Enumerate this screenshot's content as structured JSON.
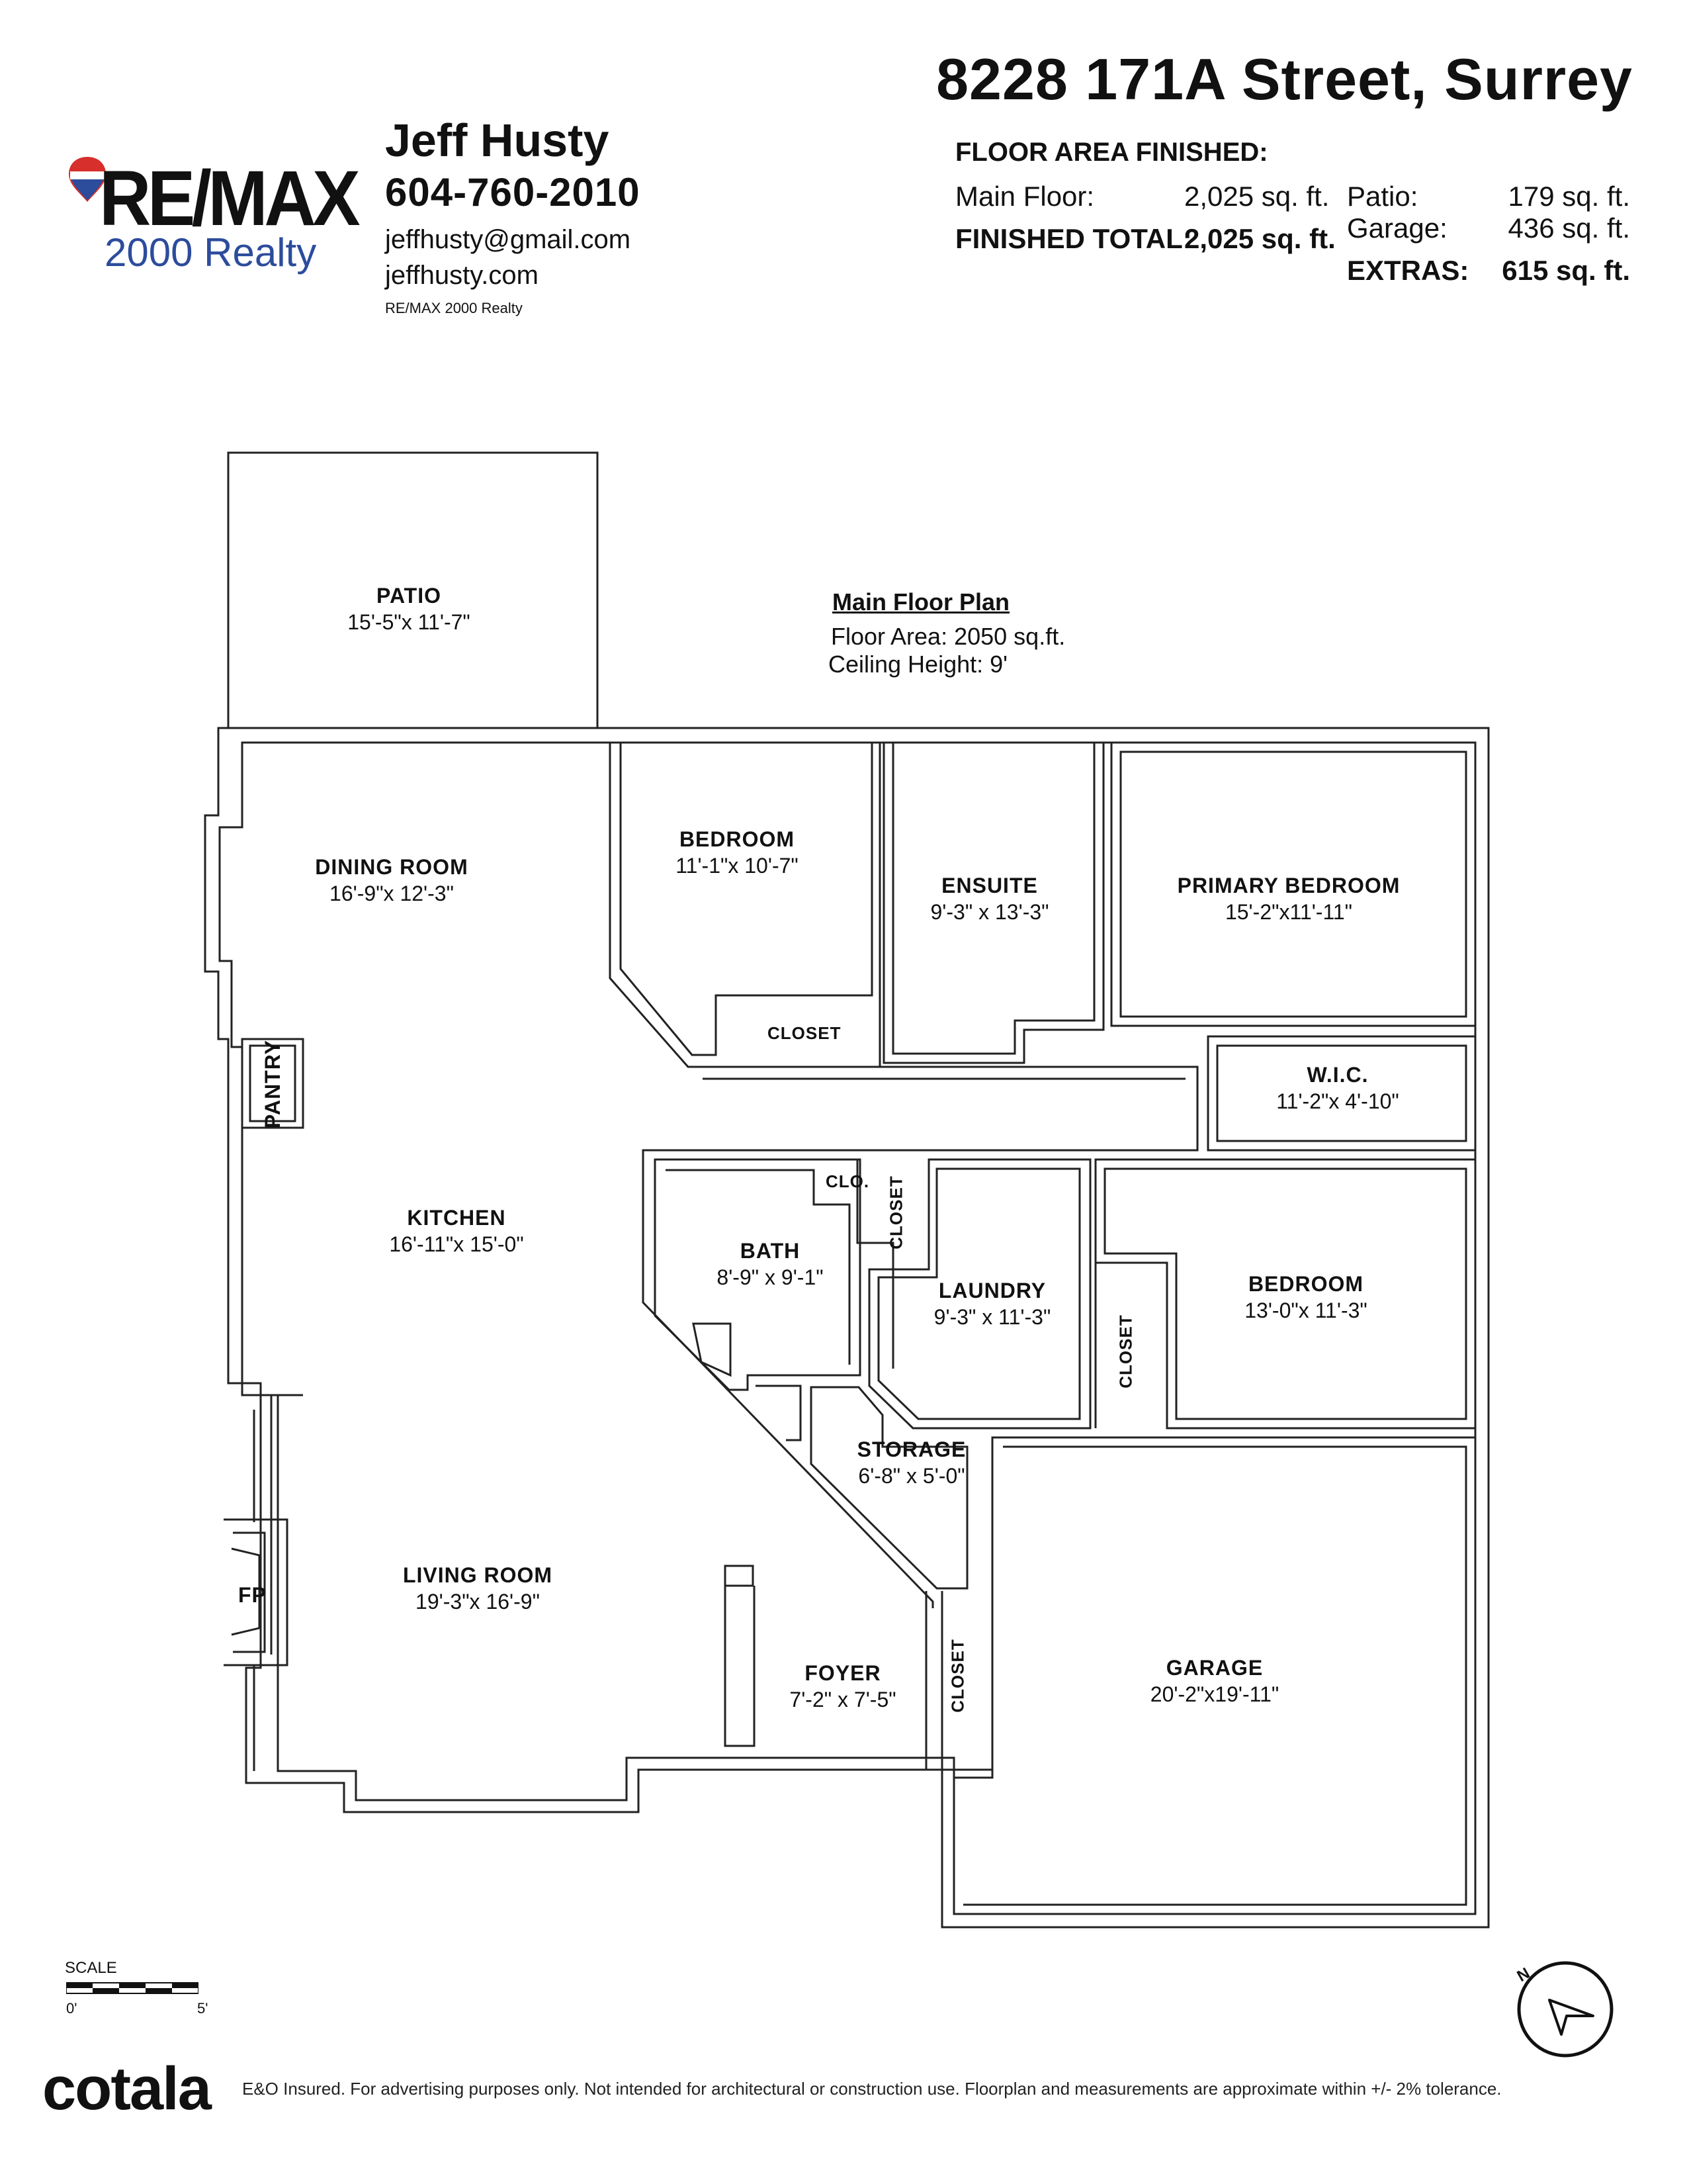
{
  "brand": {
    "remax_word": "RE/MAX",
    "remax_sub": "2000 Realty",
    "colors": {
      "red": "#d72f2b",
      "blue": "#2c4c9c",
      "navy": "#1f3b7a"
    }
  },
  "agent": {
    "name": "Jeff Husty",
    "phone": "604-760-2010",
    "email": "jeffhusty@gmail.com",
    "website": "jeffhusty.com",
    "brokerage": "RE/MAX 2000 Realty"
  },
  "address": "8228 171A Street, Surrey",
  "floor_area": {
    "title": "FLOOR AREA FINISHED:",
    "main_floor_label": "Main Floor:",
    "main_floor_value": "2,025 sq. ft.",
    "finished_total_label": "FINISHED TOTAL:",
    "finished_total_value": "2,025 sq. ft.",
    "patio_label": "Patio:",
    "patio_value": "179 sq. ft.",
    "garage_label": "Garage:",
    "garage_value": "436 sq. ft.",
    "extras_label": "EXTRAS:",
    "extras_value": "615 sq. ft."
  },
  "plan": {
    "title": "Main Floor Plan",
    "floor_area": "Floor Area: 2050 sq.ft.",
    "ceiling_height": "Ceiling Height: 9'"
  },
  "rooms": {
    "patio": {
      "name": "PATIO",
      "dims": "15'-5\"x 11'-7\""
    },
    "dining": {
      "name": "DINING ROOM",
      "dims": "16'-9\"x 12'-3\""
    },
    "bedroom1": {
      "name": "BEDROOM",
      "dims": "11'-1\"x 10'-7\""
    },
    "ensuite": {
      "name": "ENSUITE",
      "dims": "9'-3\" x 13'-3\""
    },
    "primary": {
      "name": "PRIMARY BEDROOM",
      "dims": "15'-2\"x11'-11\""
    },
    "wic": {
      "name": "W.I.C.",
      "dims": "11'-2\"x 4'-10\""
    },
    "kitchen": {
      "name": "KITCHEN",
      "dims": "16'-11\"x 15'-0\""
    },
    "bath": {
      "name": "BATH",
      "dims": "8'-9\" x 9'-1\""
    },
    "laundry": {
      "name": "LAUNDRY",
      "dims": "9'-3\" x 11'-3\""
    },
    "bedroom2": {
      "name": "BEDROOM",
      "dims": "13'-0\"x 11'-3\""
    },
    "storage": {
      "name": "STORAGE",
      "dims": "6'-8\" x 5'-0\""
    },
    "living": {
      "name": "LIVING ROOM",
      "dims": "19'-3\"x 16'-9\""
    },
    "foyer": {
      "name": "FOYER",
      "dims": "7'-2\" x 7'-5\""
    },
    "garage": {
      "name": "GARAGE",
      "dims": "20'-2\"x19'-11\""
    }
  },
  "labels": {
    "closet": "CLOSET",
    "clo": "CLO.",
    "pantry": "PANTRY",
    "fireplace": "FP"
  },
  "scale": {
    "label": "SCALE",
    "start": "0'",
    "end": "5'"
  },
  "compass": {
    "letter": "N"
  },
  "footer": {
    "brand": "cotala",
    "disclaimer": "E&O Insured. For advertising purposes only. Not intended for architectural or construction use. Floorplan and measurements are approximate within +/- 2% tolerance."
  }
}
